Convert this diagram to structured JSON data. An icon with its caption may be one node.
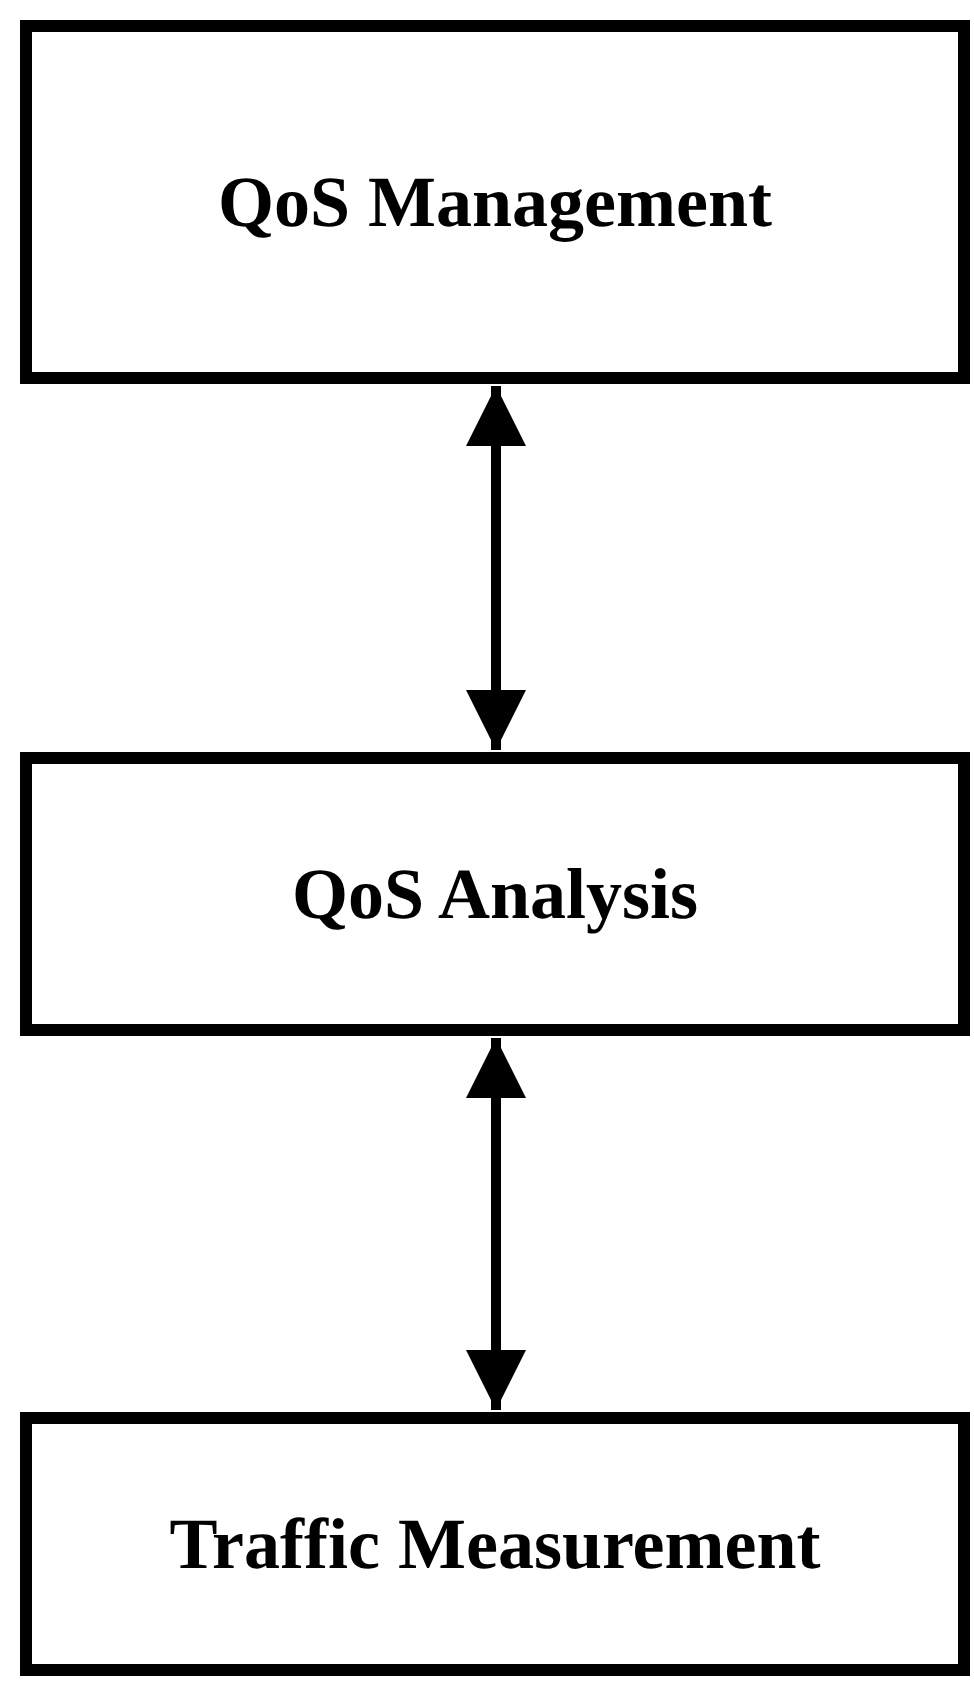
{
  "diagram": {
    "nodes": [
      {
        "text": [
          "QoS Management"
        ]
      },
      {
        "text": [
          "QoS Analysis"
        ]
      },
      {
        "text": [
          "Traffic Measurement"
        ]
      }
    ],
    "edges": [
      {
        "from": 0,
        "to": 1,
        "arrow": "both"
      },
      {
        "from": 1,
        "to": 2,
        "arrow": "both"
      }
    ]
  }
}
